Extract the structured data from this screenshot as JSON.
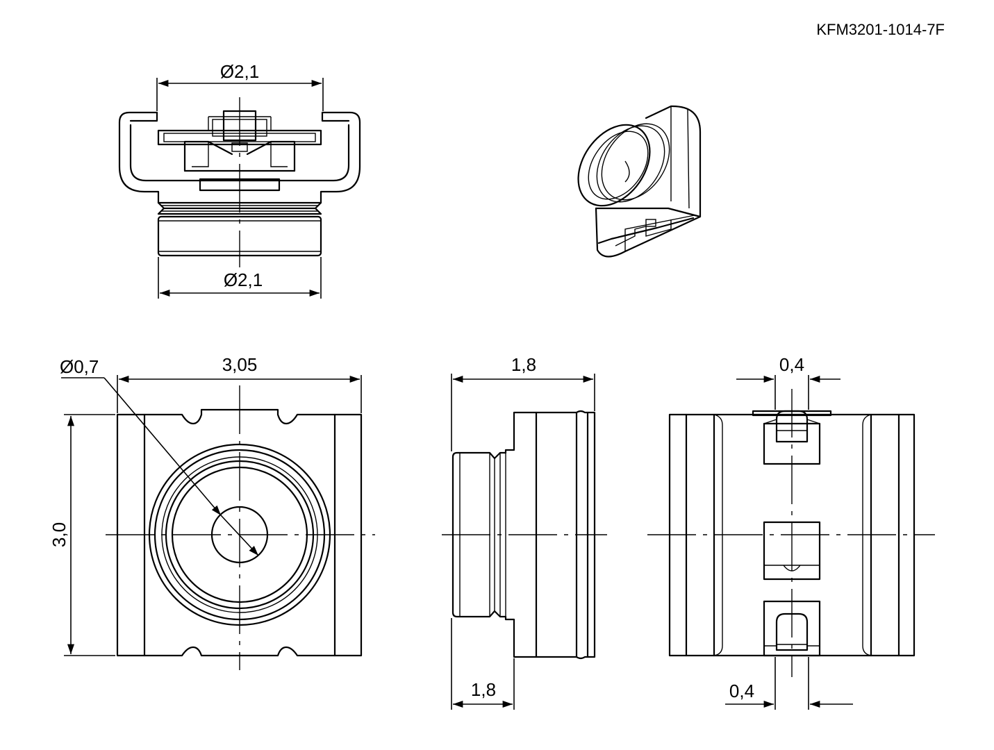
{
  "part_number": "KFM3201-1014-7F",
  "dimensions": {
    "top_view_diameter_upper": "Ø2,1",
    "top_view_diameter_lower": "Ø2,1",
    "front_hole_diameter": "Ø0,7",
    "front_width": "3,05",
    "front_height": "3,0",
    "side_depth_upper": "1,8",
    "side_depth_lower": "1,8",
    "back_slot_upper": "0,4",
    "back_slot_lower": "0,4"
  }
}
